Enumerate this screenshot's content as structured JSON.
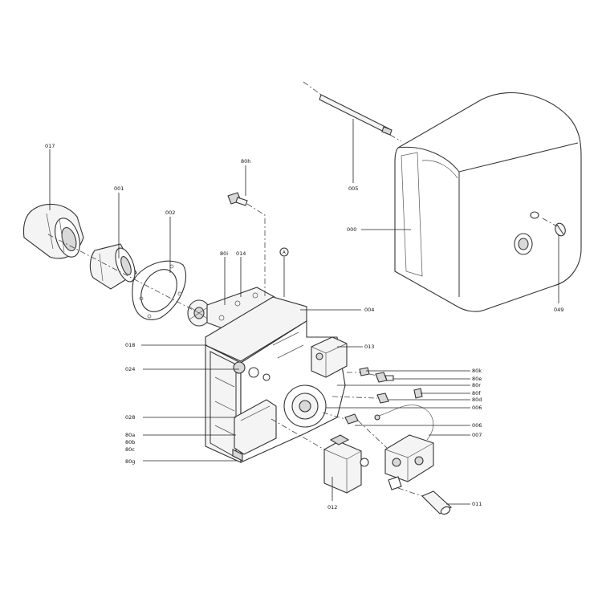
{
  "labels": {
    "l017": "017",
    "l001": "001",
    "l002": "002",
    "l80h": "80h",
    "l80i": "80i",
    "l014": "014",
    "lA": "A",
    "l005": "005",
    "l000": "000",
    "l049": "049",
    "l004": "004",
    "l018": "018",
    "l013": "013",
    "l024": "024",
    "l80k": "80k",
    "l80e": "80e",
    "l80r": "80r",
    "l80f": "80f",
    "l80d": "80d",
    "l006a": "006",
    "l028": "028",
    "l80a": "80a",
    "l80b": "80b",
    "l80c": "80c",
    "l80g": "80g",
    "l006b": "006",
    "l007": "007",
    "l012": "012",
    "l011": "011"
  }
}
